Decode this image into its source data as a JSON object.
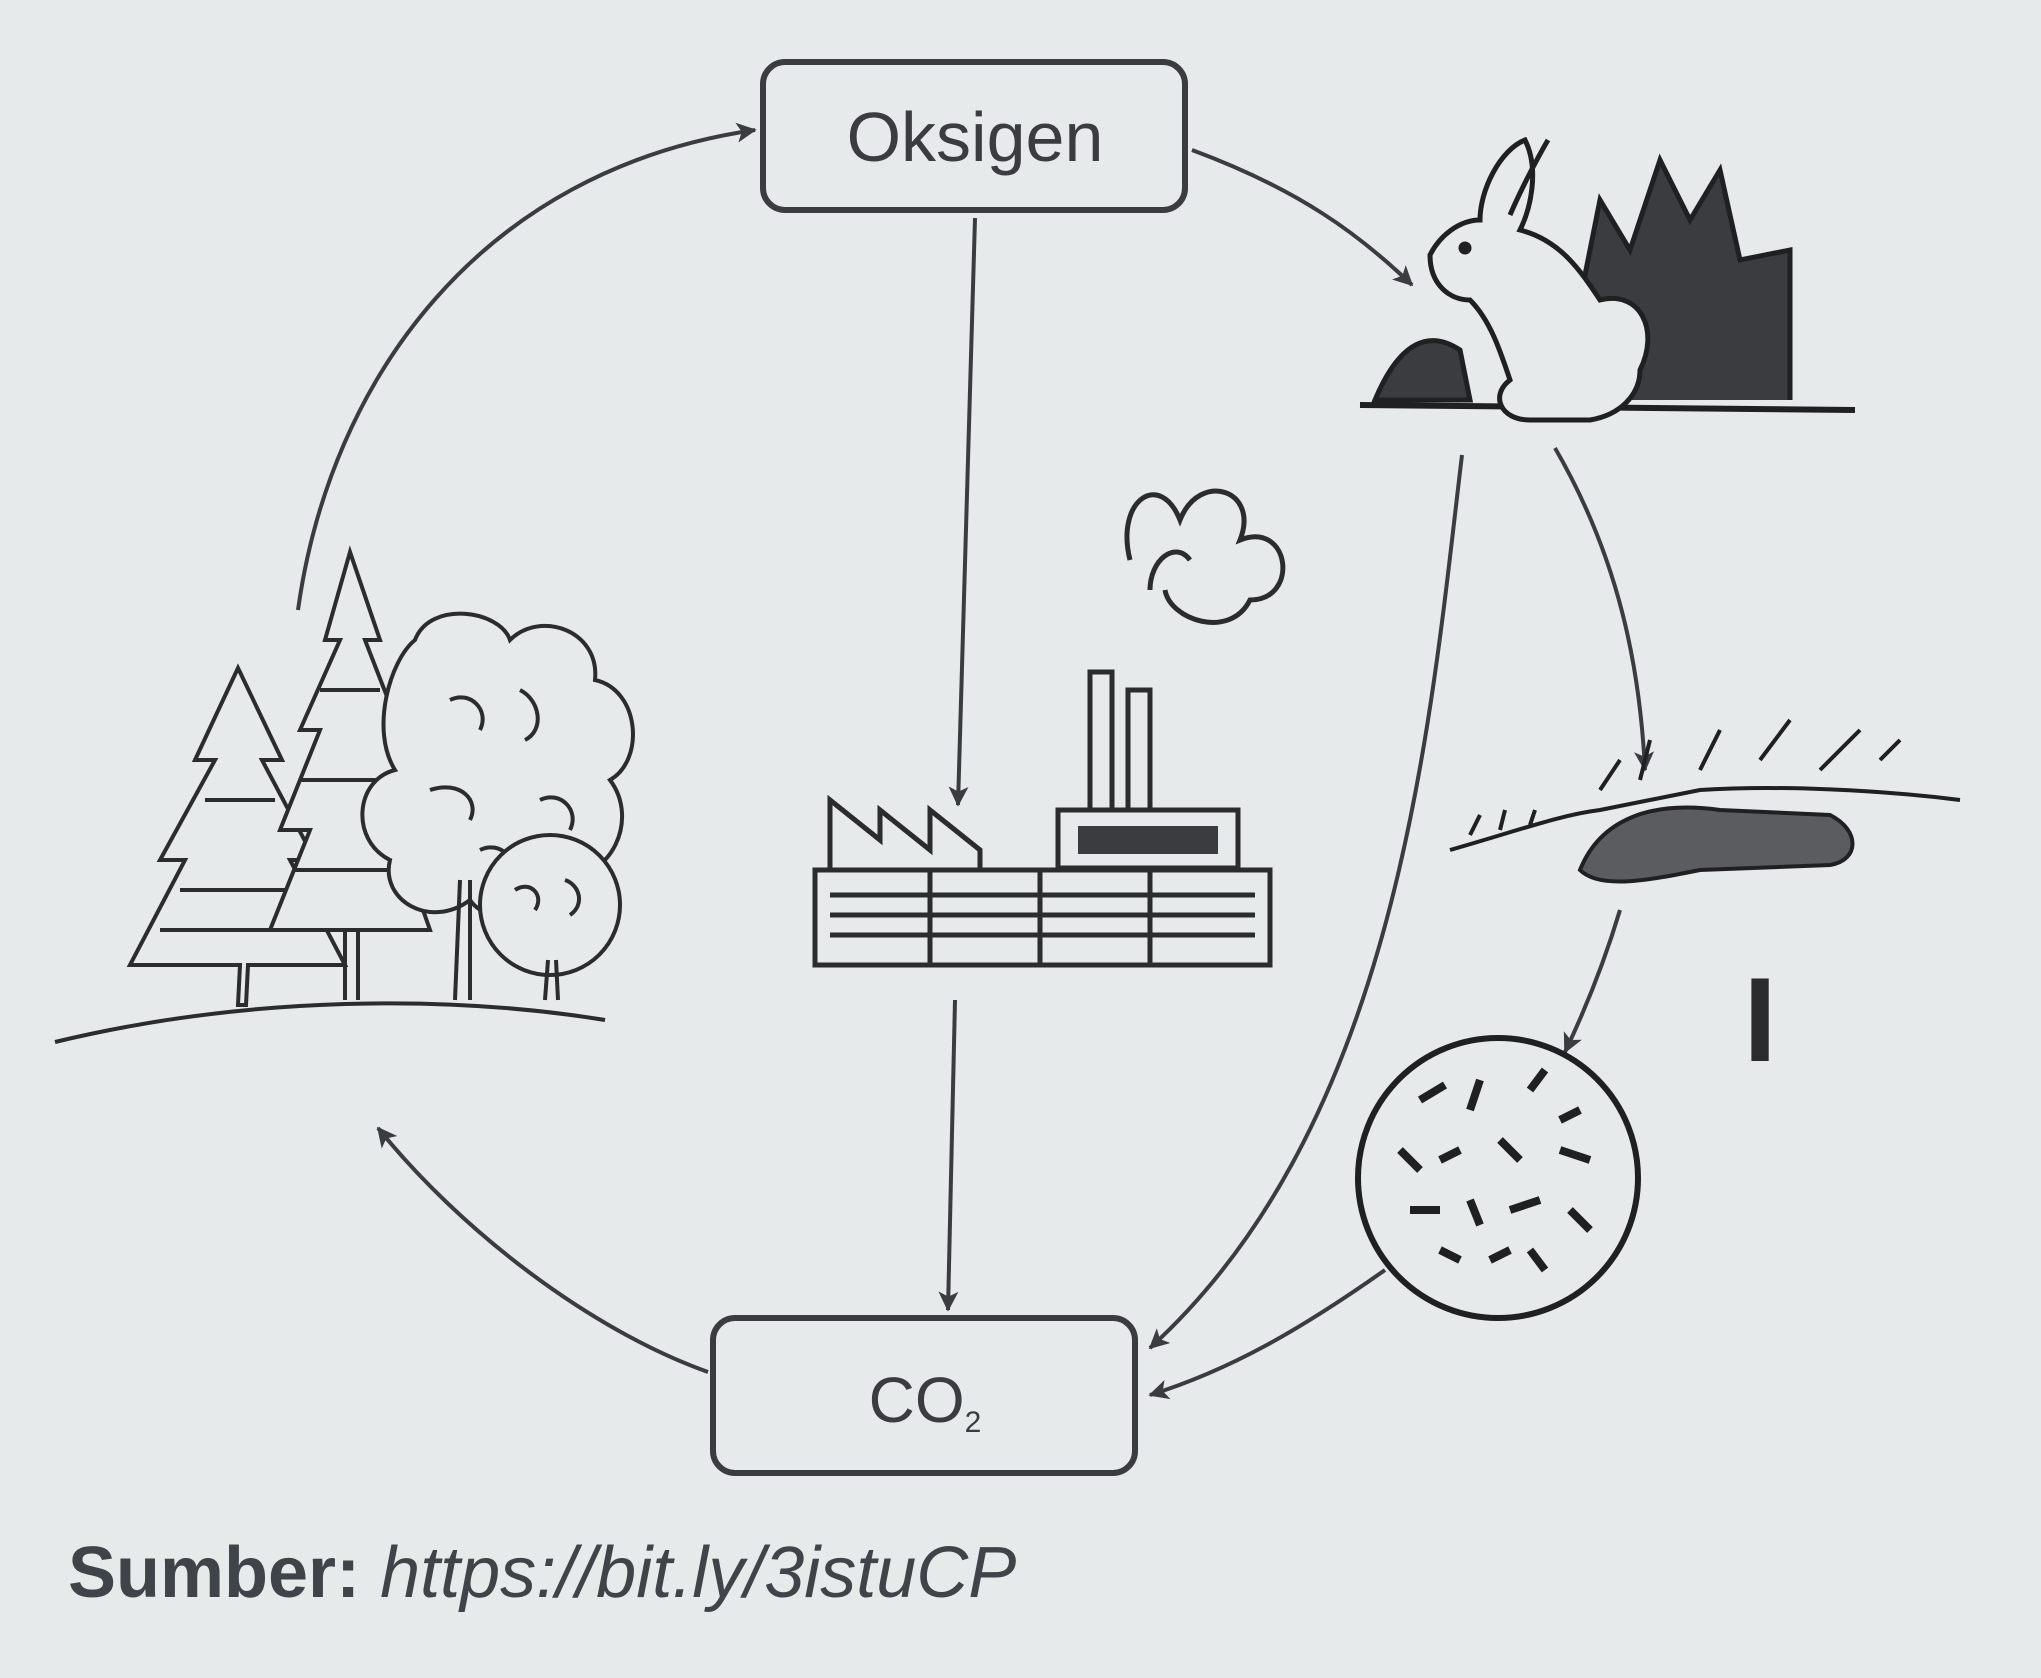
{
  "diagram": {
    "oxygen_label": "Oksigen",
    "co2_label_main": "CO",
    "co2_label_sub": "2",
    "marker_label": "I",
    "source_label": "Sumber:",
    "source_url": "https://bit.ly/3istuCP"
  },
  "colors": {
    "background": "#e6eaea",
    "line": "#3a3c3f",
    "text": "#3a3c3f"
  },
  "icons": [
    "forest-icon",
    "factory-icon",
    "rabbit-icon",
    "decaying-plants-icon",
    "bacteria-icon"
  ]
}
